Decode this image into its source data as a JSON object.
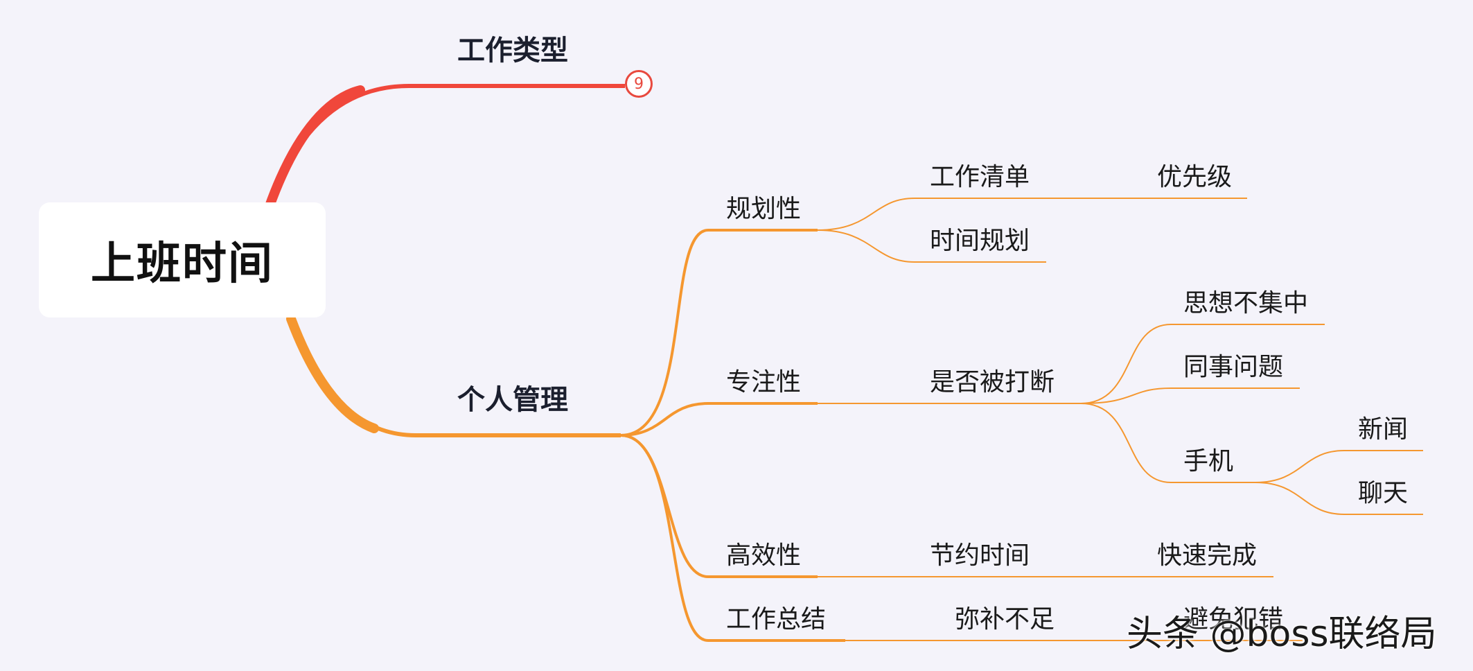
{
  "mindmap": {
    "root": "上班时间",
    "colors": {
      "background": "#f4f3fa",
      "branch_red": "#f0473b",
      "branch_orange": "#f5972f",
      "collapse_badge": "#e8493e"
    },
    "branches": {
      "work_type": {
        "label": "工作类型",
        "collapsed_count": "9"
      },
      "personal": {
        "label": "个人管理",
        "planning": {
          "label": "规划性",
          "todo_list": "工作清单",
          "priority": "优先级",
          "time_plan": "时间规划"
        },
        "focus": {
          "label": "专注性",
          "interrupted": "是否被打断",
          "distracted": "思想不集中",
          "colleague": "同事问题",
          "phone": "手机",
          "news": "新闻",
          "chat": "聊天"
        },
        "efficiency": {
          "label": "高效性",
          "save_time": "节约时间",
          "quick_finish": "快速完成"
        },
        "summary": {
          "label": "工作总结",
          "compensate": "弥补不足",
          "avoid_errors": "避免犯错"
        }
      }
    }
  },
  "watermark": "头条 @boss联络局"
}
